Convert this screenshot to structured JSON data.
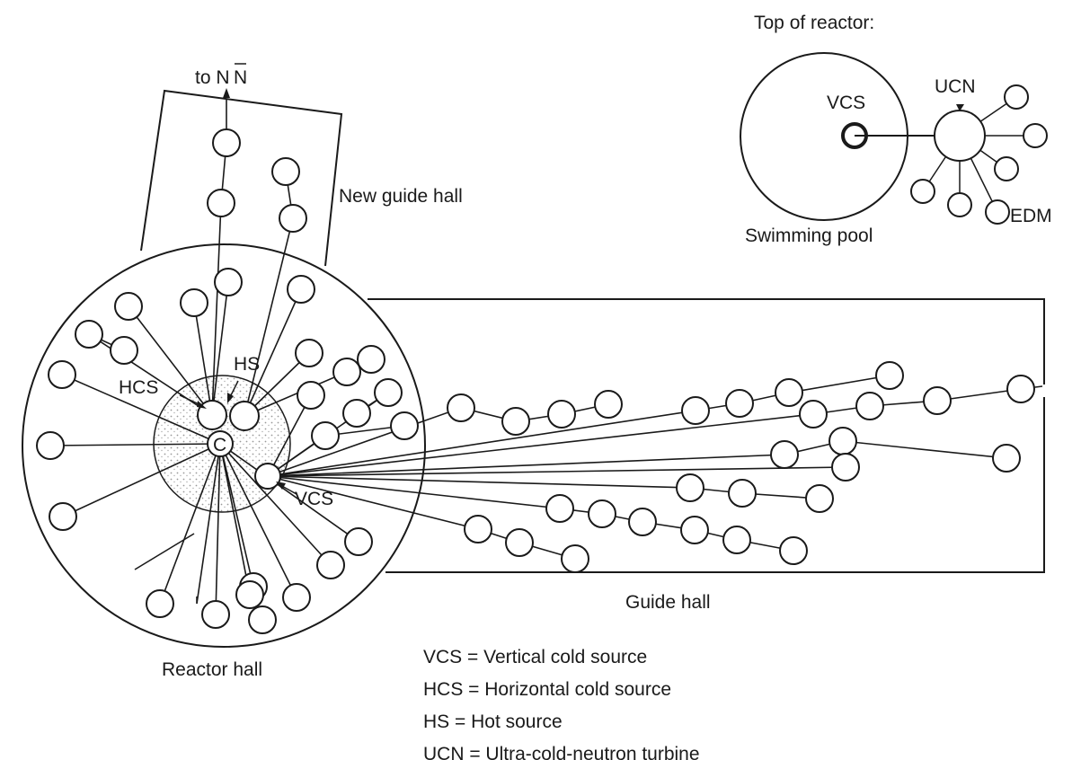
{
  "labels": {
    "top_of_reactor": "Top of reactor:",
    "vcs_top": "VCS",
    "ucn": "UCN",
    "swimming_pool": "Swimming pool",
    "edm": "EDM",
    "to_nn": "to N",
    "nn_bar": "N",
    "new_guide_hall": "New guide hall",
    "hs": "HS",
    "hcs": "HCS",
    "core": "C",
    "vcs": "VCS",
    "guide_hall": "Guide hall",
    "reactor_hall": "Reactor hall"
  },
  "legend": [
    "VCS = Vertical cold source",
    "HCS = Horizontal cold source",
    "HS = Hot source",
    "UCN = Ultra-cold-neutron turbine"
  ]
}
